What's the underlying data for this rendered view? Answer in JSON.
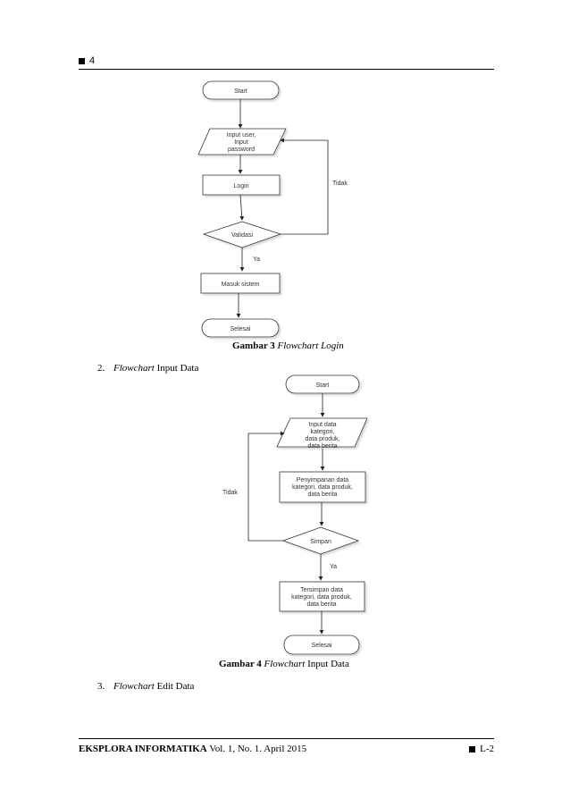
{
  "header": {
    "page_number": "4"
  },
  "flowchart_login": {
    "start": "Start",
    "input_line1": "Input user,",
    "input_line2": "Input",
    "input_line3": "password",
    "login": "Login",
    "validasi": "Validasi",
    "tidak": "Tidak",
    "ya": "Ya",
    "masuk": "Masuk sistem",
    "selesai": "Selesai"
  },
  "caption3": {
    "label": "Gambar 3",
    "italic": "Flowchart Login"
  },
  "item2": {
    "num": "2.",
    "italic": "Flowchart",
    "rest": " Input Data"
  },
  "flowchart_input": {
    "start": "Start",
    "input_line1": "Input data",
    "input_line2": "kategori,",
    "input_line3": "data produk,",
    "input_line4": "data berita",
    "proc_line1": "Penyimpanan data",
    "proc_line2": "kategori, data produk,",
    "proc_line3": "data berita",
    "tidak": "Tidak",
    "simpan": "Simpan",
    "ya": "Ya",
    "save_line1": "Tersimpan data",
    "save_line2": "kategori, data produk,",
    "save_line3": "data berita",
    "selesai": "Selesai"
  },
  "caption4": {
    "label": "Gambar 4",
    "italic": "Flowchart",
    "rest": " Input Data"
  },
  "item3": {
    "num": "3.",
    "italic": "Flowchart",
    "rest": " Edit Data"
  },
  "footer": {
    "journal": "EKSPLORA INFORMATIKA",
    "volume": " Vol. 1, No. 1. April 2015",
    "page": "L-2"
  }
}
